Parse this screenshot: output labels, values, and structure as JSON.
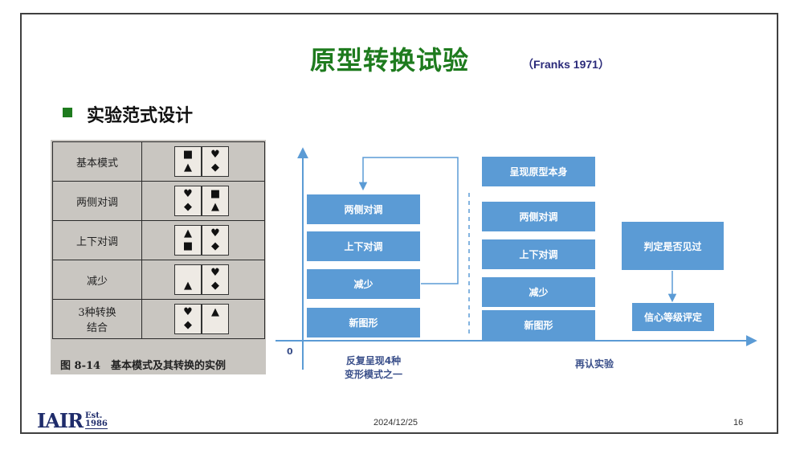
{
  "slide": {
    "title": "原型转换试验",
    "citation": "（Franks 1971）",
    "subtitle": "实验范式设计",
    "date": "2024/12/25",
    "page_number": "16",
    "logo": {
      "main": "IAIR",
      "est_top": "Est.",
      "est_bottom": "1986"
    }
  },
  "figure": {
    "rows": [
      {
        "label": "基本模式",
        "left": [
          "■",
          "▲"
        ],
        "right": [
          "♥",
          "◆"
        ]
      },
      {
        "label": "两侧对调",
        "left": [
          "♥",
          "◆"
        ],
        "right": [
          "■",
          "▲"
        ]
      },
      {
        "label": "上下对调",
        "left": [
          "▲",
          "■"
        ],
        "right": [
          "♥",
          "◆"
        ]
      },
      {
        "label": "减少",
        "left": [
          "",
          "▲"
        ],
        "right": [
          "♥",
          "◆"
        ]
      },
      {
        "label": "3种转换\n结合",
        "left": [
          "♥",
          "◆"
        ],
        "right": [
          "▲",
          ""
        ]
      }
    ],
    "caption": "图 8-14　基本模式及其转换的实例"
  },
  "diagram": {
    "origin": "0",
    "left_group": [
      "两侧对调",
      "上下对调",
      "减少",
      "新图形"
    ],
    "right_group": [
      "呈现原型本身",
      "两侧对调",
      "上下对调",
      "减少",
      "新图形"
    ],
    "judge_box": "判定是否见过",
    "confidence_box": "信心等级评定",
    "phase1_label": "反复呈现4种\n变形模式之一",
    "phase2_label": "再认实验",
    "colors": {
      "box": "#5b9bd5",
      "arrow": "#5b9bd5",
      "title": "#1e7b1e"
    }
  }
}
